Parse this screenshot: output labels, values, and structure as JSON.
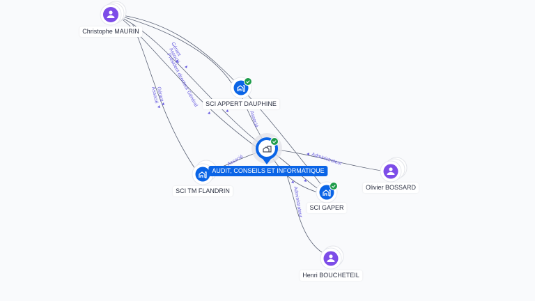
{
  "colors": {
    "person": "#7d4de8",
    "company": "#0a64e6",
    "verified": "#1e9c4a",
    "edge_label": "#6a5ee0"
  },
  "nodes": {
    "christophe": {
      "label": "Christophe MAURIN",
      "type": "person",
      "icon": "person-icon"
    },
    "appert": {
      "label": "SCI APPERT DAUPHINE",
      "type": "company",
      "icon": "building-icon",
      "verified": true
    },
    "audit": {
      "label": "AUDIT, CONSEILS ET INFORMATIQUE",
      "type": "main-company",
      "icon": "building-icon",
      "verified": true
    },
    "flandrin": {
      "label": "SCI TM FLANDRIN",
      "type": "company",
      "icon": "building-icon"
    },
    "gaper": {
      "label": "SCI GAPER",
      "type": "company",
      "icon": "building-icon",
      "verified": true
    },
    "bossard": {
      "label": "Olivier BOSSARD",
      "type": "person",
      "icon": "person-icon"
    },
    "boucheteil": {
      "label": "Henri BOUCHETEIL",
      "type": "person",
      "icon": "person-icon"
    }
  },
  "edges": [
    {
      "from": "christophe",
      "to": "appert",
      "label": "Gérant"
    },
    {
      "from": "christophe",
      "to": "audit",
      "label": "Associé"
    },
    {
      "from": "christophe",
      "to": "audit",
      "label": "Président directeur Général"
    },
    {
      "from": "christophe",
      "to": "flandrin",
      "label": "Gérant"
    },
    {
      "from": "christophe",
      "to": "flandrin",
      "label": "Associé"
    },
    {
      "from": "christophe",
      "to": "gaper",
      "label": "Associé"
    },
    {
      "from": "appert",
      "to": "audit",
      "label": "Associé"
    },
    {
      "from": "flandrin",
      "to": "audit",
      "label": "Associé"
    },
    {
      "from": "bossard",
      "to": "audit",
      "label": "Administrateur"
    },
    {
      "from": "boucheteil",
      "to": "audit",
      "label": "Administrateur"
    }
  ]
}
